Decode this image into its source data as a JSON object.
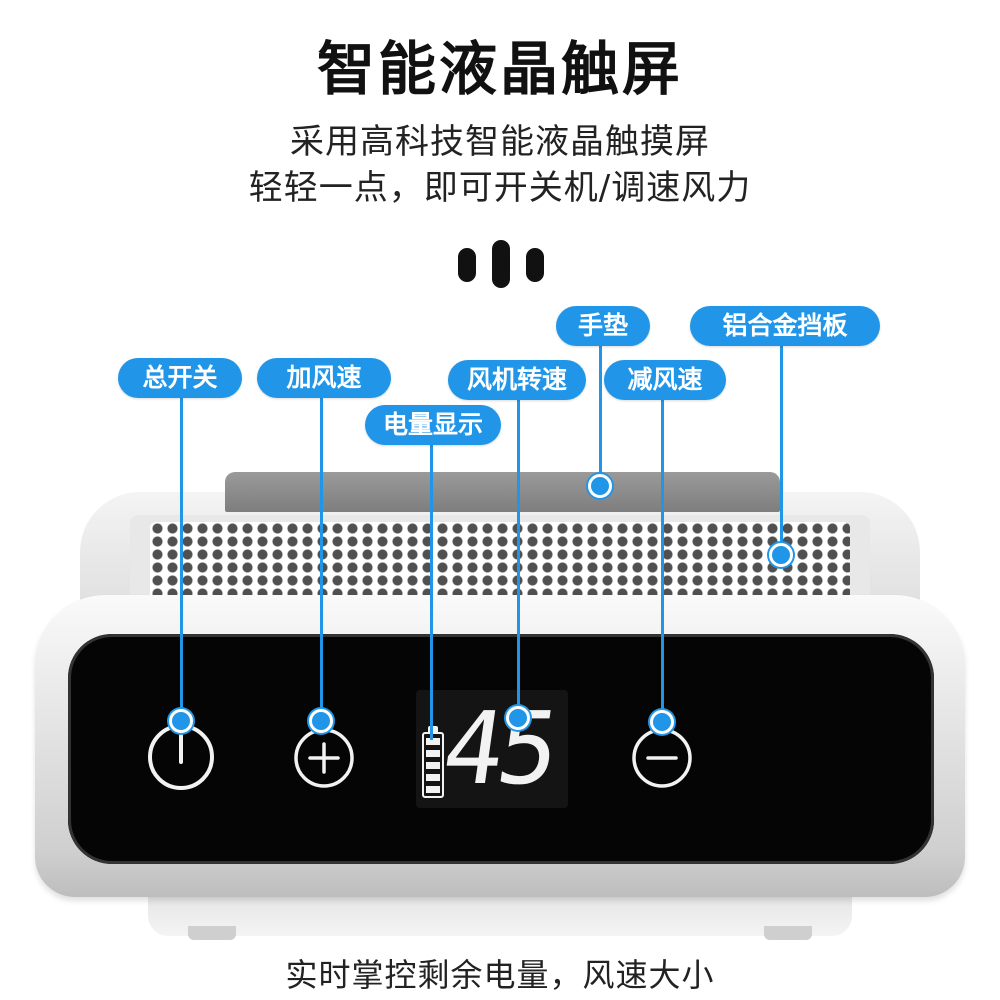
{
  "title": "智能液晶触屏",
  "subtitle_line1": "采用高科技智能液晶触摸屏",
  "subtitle_line2": "轻轻一点，即可开关机/调速风力",
  "labels": {
    "power": "总开关",
    "speed_up": "加风速",
    "battery": "电量显示",
    "fan_speed": "风机转速",
    "hand_pad": "手垫",
    "speed_down": "减风速",
    "aluminum_baffle": "铝合金挡板"
  },
  "display": {
    "speed_value": "45",
    "battery_level": 1.0
  },
  "footer": "实时掌控剩余电量，风速大小",
  "colors": {
    "accent": "#2196e8",
    "panel": "#050505",
    "text": "#111111"
  },
  "icons": [
    "power-icon",
    "plus-icon",
    "minus-icon",
    "battery-icon"
  ]
}
